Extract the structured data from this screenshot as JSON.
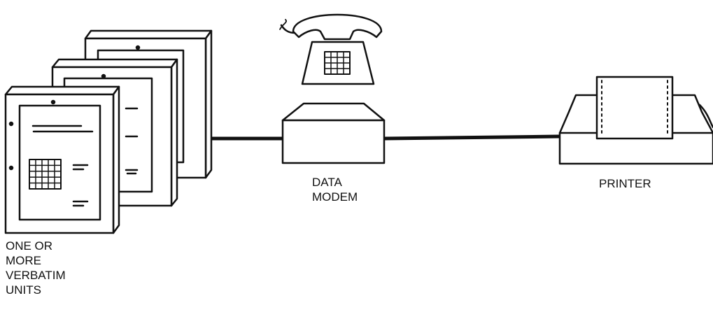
{
  "labels": {
    "verbatim_units": [
      "ONE OR",
      "MORE",
      "VERBATIM",
      "UNITS"
    ],
    "data_modem": [
      "DATA",
      "MODEM"
    ],
    "printer": "PRINTER"
  },
  "colors": {
    "line": "#111111",
    "fill": "#ffffff",
    "background": "#ffffff"
  },
  "icons": [
    "verbatim-unit-icon",
    "telephone-icon",
    "data-modem-icon",
    "printer-icon"
  ]
}
